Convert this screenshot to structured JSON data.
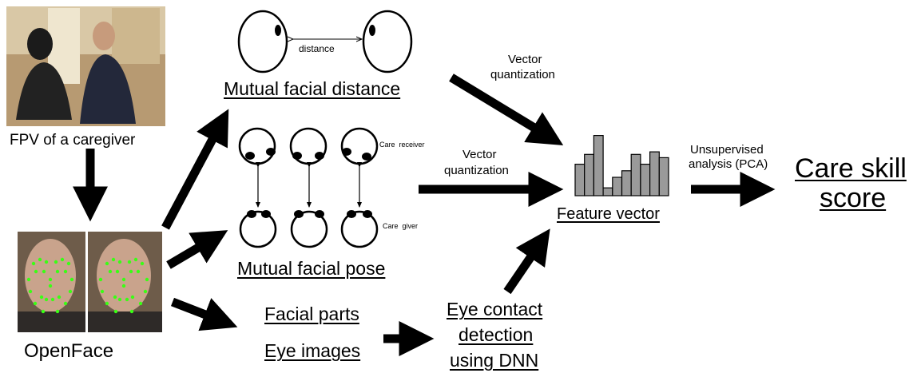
{
  "labels": {
    "fpv": "FPV of a caregiver",
    "openface": "OpenFace",
    "distance": "distance",
    "mutual_distance": "Mutual facial distance",
    "care_receiver": "Care  receiver",
    "care_giver": "Care  giver",
    "mutual_pose": "Mutual facial pose",
    "facial_parts": "Facial parts",
    "eye_images": "Eye images",
    "eye_contact_line1": "Eye contact",
    "eye_contact_line2": "detection",
    "eye_contact_line3": "using DNN",
    "vq_top_line1": "Vector",
    "vq_top_line2": "quantization",
    "vq_mid_line1": "Vector",
    "vq_mid_line2": "quantization",
    "feature_vector": "Feature vector",
    "unsup_line1": "Unsupervised",
    "unsup_line2": "analysis (PCA)",
    "score_line1": "Care skill",
    "score_line2": "score"
  },
  "histogram": {
    "values": [
      0.48,
      0.63,
      0.92,
      0.12,
      0.28,
      0.38,
      0.63,
      0.48,
      0.67,
      0.58
    ]
  },
  "colors": {
    "ink": "#000000",
    "bar_fill": "#9a9a9a",
    "landmark": "#39ff14"
  }
}
